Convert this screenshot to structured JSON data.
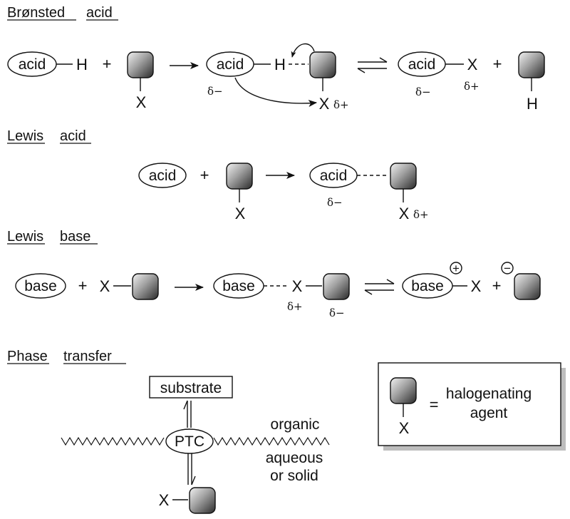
{
  "sections": {
    "bronsted": {
      "word1": "Brønsted",
      "word2": "acid"
    },
    "lewis_acid": {
      "word1": "Lewis",
      "word2": "acid"
    },
    "lewis_base": {
      "word1": "Lewis",
      "word2": "base"
    },
    "phase_transfer": {
      "word1": "Phase",
      "word2": "transfer"
    }
  },
  "labels": {
    "acid": "acid",
    "base": "base",
    "H": "H",
    "X": "X",
    "plus": "+",
    "delta_minus": "δ−",
    "delta_plus": "δ+",
    "charge_plus": "+",
    "charge_minus": "−",
    "substrate": "substrate",
    "ptc": "PTC",
    "organic": "organic",
    "aqueous": "aqueous",
    "or_solid": "or solid"
  },
  "legend": {
    "equals": "=",
    "line1": "halogenating",
    "line2": "agent"
  },
  "colors": {
    "ink": "#111111",
    "reagent_light": "#f2f2f2",
    "reagent_dark": "#2a2a2a",
    "legend_shadow": "#bdbdbd"
  },
  "icons": {
    "reagent": "halogenating-agent-block",
    "reaction_arrow": "arrow-right",
    "equilibrium": "equilibrium-arrows",
    "zigzag": "phase-boundary"
  }
}
